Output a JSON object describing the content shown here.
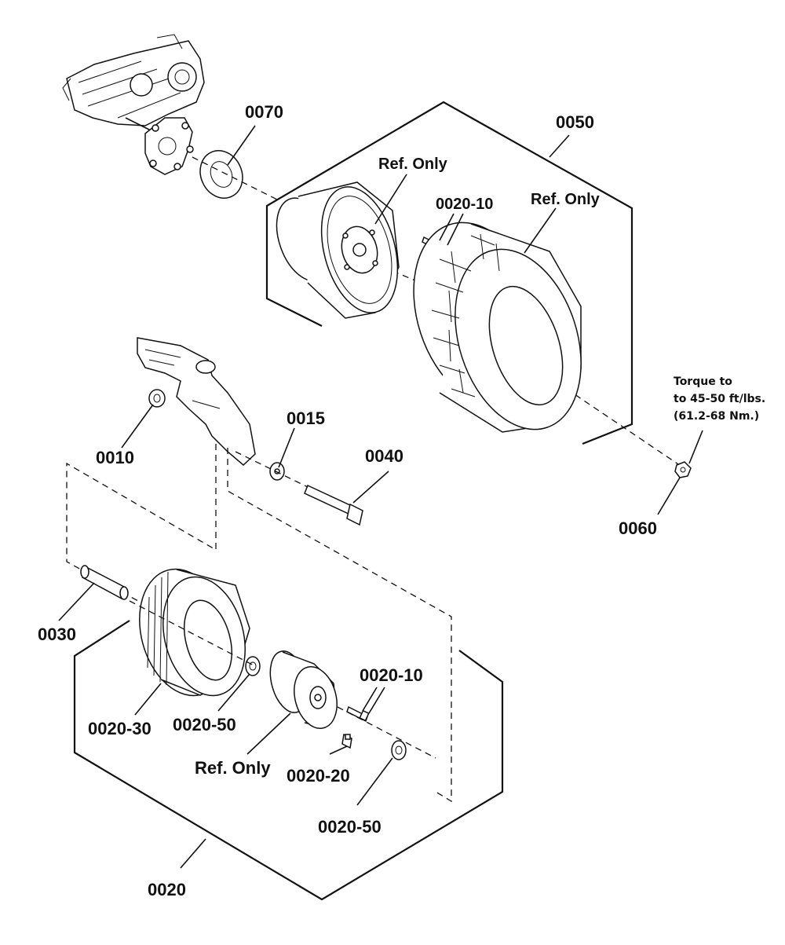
{
  "labels": {
    "p0070": "0070",
    "p0050": "0050",
    "ref_only_rim": "Ref. Only",
    "ref_only_tire": "Ref. Only",
    "p0020_10_top": "0020-10",
    "torque_line1": "Torque to",
    "torque_line2": "to 45-50 ft/lbs.",
    "torque_line3": "(61.2-68 Nm.)",
    "p0015": "0015",
    "p0040": "0040",
    "p0010": "0010",
    "p0060": "0060",
    "p0030": "0030",
    "p0020_10_bottom": "0020-10",
    "p0020_30": "0020-30",
    "p0020_50_left": "0020-50",
    "ref_only_caster": "Ref. Only",
    "p0020_20": "0020-20",
    "p0020_50_right": "0020-50",
    "p0020": "0020"
  }
}
